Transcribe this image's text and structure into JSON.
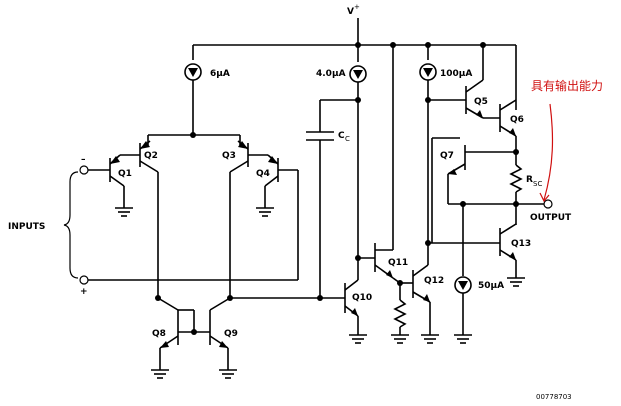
{
  "labels": {
    "vplus": "V",
    "vplus_sup": "+",
    "i6": "6µA",
    "i4": "4.0µA",
    "i100": "100µA",
    "i50": "50µA",
    "cc": "C",
    "cc_sub": "C",
    "rsc": "R",
    "rsc_sub": "SC",
    "output": "OUTPUT",
    "inputs": "INPUTS",
    "minus": "–",
    "plus": "+",
    "annotation": "具有输出能力",
    "part": "00778703",
    "q1": "Q1",
    "q2": "Q2",
    "q3": "Q3",
    "q4": "Q4",
    "q5": "Q5",
    "q6": "Q6",
    "q7": "Q7",
    "q8": "Q8",
    "q9": "Q9",
    "q10": "Q10",
    "q11": "Q11",
    "q12": "Q12",
    "q13": "Q13"
  },
  "colors": {
    "ink": "#000000",
    "annotation": "#d01010"
  }
}
